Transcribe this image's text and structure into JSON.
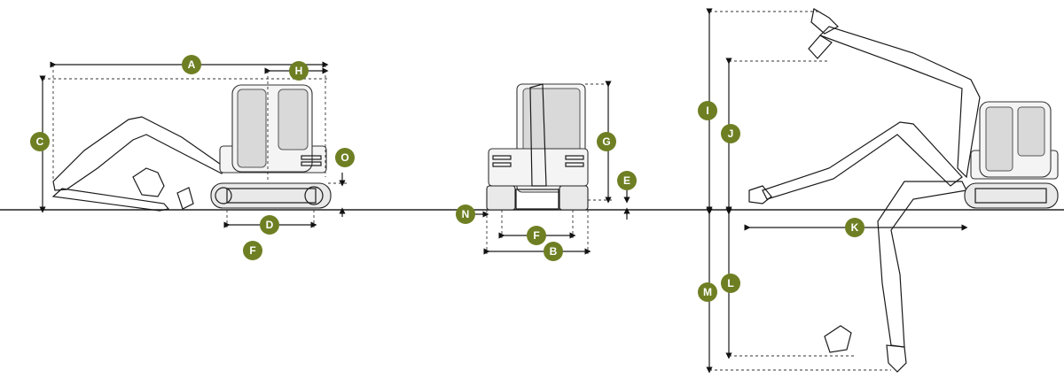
{
  "markers": {
    "A": "A",
    "H": "H",
    "C": "C",
    "O": "O",
    "D": "D",
    "F_side": "F",
    "G": "G",
    "E": "E",
    "N": "N",
    "F_front": "F",
    "B": "B",
    "I": "I",
    "J": "J",
    "K": "K",
    "M": "M",
    "L": "L"
  },
  "colors": {
    "marker": "#6e7f23",
    "line": "#1a1a1a"
  }
}
